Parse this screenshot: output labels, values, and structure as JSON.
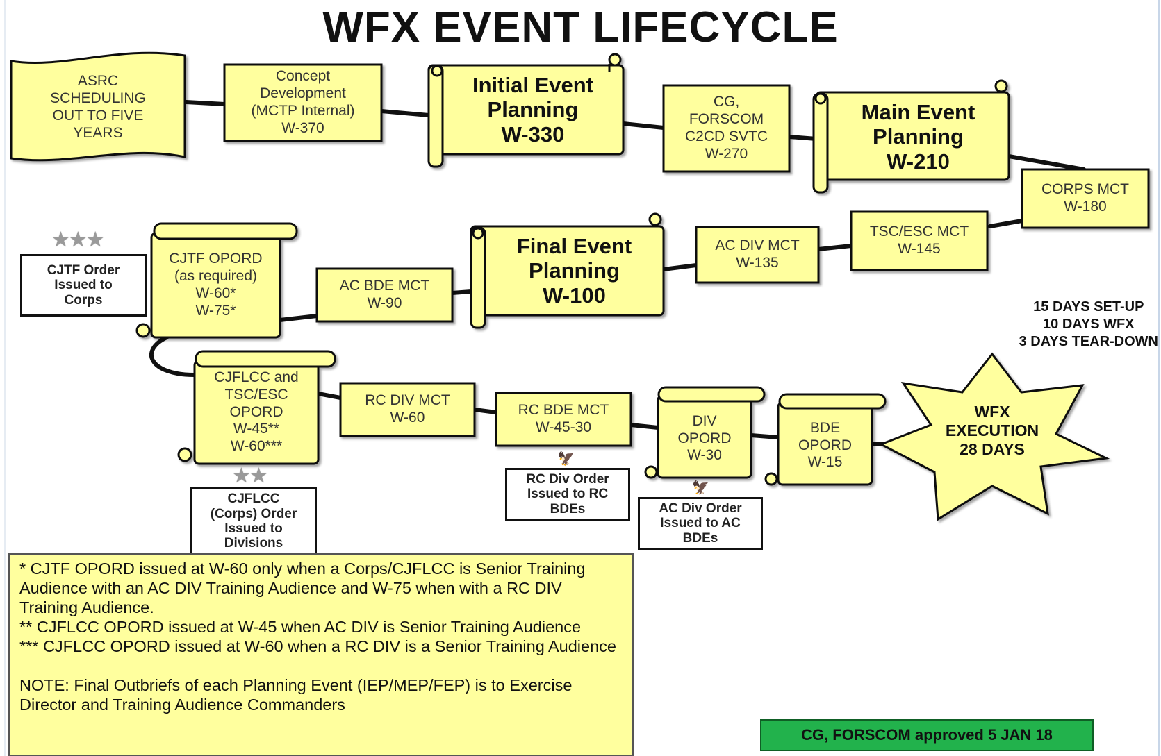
{
  "title": "WFX EVENT LIFECYCLE",
  "nodes": {
    "asrc": [
      "ASRC",
      "SCHEDULING",
      "OUT TO FIVE",
      "YEARS"
    ],
    "concept": [
      "Concept",
      "Development",
      "(MCTP Internal)",
      "W-370"
    ],
    "iep": [
      "Initial Event",
      "Planning",
      "W-330"
    ],
    "svtc": [
      "CG,",
      "FORSCOM",
      "C2CD SVTC",
      "W-270"
    ],
    "mep": [
      "Main Event",
      "Planning",
      "W-210"
    ],
    "corps_mct": [
      "CORPS MCT",
      "W-180"
    ],
    "tsc_mct": [
      "TSC/ESC MCT",
      "W-145"
    ],
    "ac_div_mct": [
      "AC DIV MCT",
      "W-135"
    ],
    "fep": [
      "Final Event",
      "Planning",
      "W-100"
    ],
    "ac_bde_mct": [
      "AC BDE MCT",
      "W-90"
    ],
    "cjtf_opord": [
      "CJTF OPORD",
      "(as required)",
      "W-60*",
      "W-75*"
    ],
    "cjflcc_opord": [
      "CJFLCC and",
      "TSC/ESC",
      "OPORD",
      "W-45**",
      "W-60***"
    ],
    "rc_div_mct": [
      "RC DIV MCT",
      "W-60"
    ],
    "rc_bde_mct": [
      "RC BDE MCT",
      "W-45-30"
    ],
    "div_opord": [
      "DIV",
      "OPORD",
      "W-30"
    ],
    "bde_opord": [
      "BDE",
      "OPORD",
      "W-15"
    ],
    "wfx": [
      "WFX",
      "EXECUTION",
      "28 DAYS"
    ]
  },
  "orders": {
    "cjtf": [
      "CJTF Order",
      "Issued to",
      "Corps"
    ],
    "cjflcc": [
      "CJFLCC",
      "(Corps) Order",
      "Issued to",
      "Divisions"
    ],
    "rc_div": [
      "RC Div Order",
      "Issued to RC",
      "BDEs"
    ],
    "ac_div": [
      "AC Div Order",
      "Issued to AC",
      "BDEs"
    ]
  },
  "stars": {
    "three": "★★★",
    "two": "★★",
    "eagle": "🦅"
  },
  "setup": [
    "15 DAYS SET-UP",
    "10 DAYS WFX",
    "3 DAYS TEAR-DOWN"
  ],
  "notes": [
    "* CJTF OPORD issued at W-60 only when a Corps/CJFLCC is Senior Training Audience with an AC DIV Training Audience and W-75 when with a RC DIV Training Audience.",
    "** CJFLCC OPORD issued at W-45 when AC DIV is Senior Training Audience",
    "*** CJFLCC OPORD issued at W-60 when a RC DIV is a Senior Training Audience",
    "NOTE: Final Outbriefs of each Planning Event (IEP/MEP/FEP) is to Exercise Director and Training Audience Commanders"
  ],
  "approved": "CG, FORSCOM approved 5 JAN 18",
  "colors": {
    "fill": "#ffff9e",
    "stroke": "#1a1a1a",
    "approved_green": "#22b24c"
  }
}
